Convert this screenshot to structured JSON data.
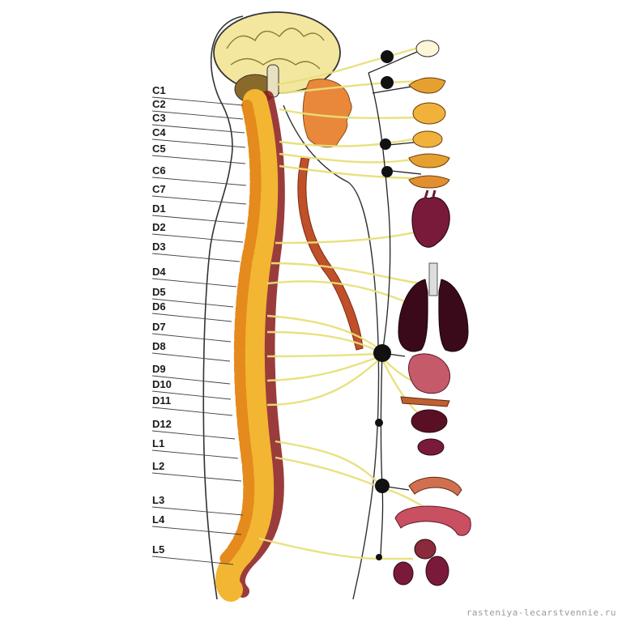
{
  "diagram": {
    "vertebra_labels": [
      "C1",
      "C2",
      "C3",
      "C4",
      "C5",
      "C6",
      "C7",
      "D1",
      "D2",
      "D3",
      "D4",
      "D5",
      "D6",
      "D7",
      "D8",
      "D9",
      "D10",
      "D11",
      "D12",
      "L1",
      "L2",
      "L3",
      "L4",
      "L5"
    ]
  },
  "watermark": "rasteniya-lecarstvennie.ru",
  "colors": {
    "nerve": "#e8e07a",
    "spine_orange": "#e58a1c",
    "spine_gold": "#f2b632",
    "organ_dark": "#5a1024",
    "outline": "#333333"
  }
}
